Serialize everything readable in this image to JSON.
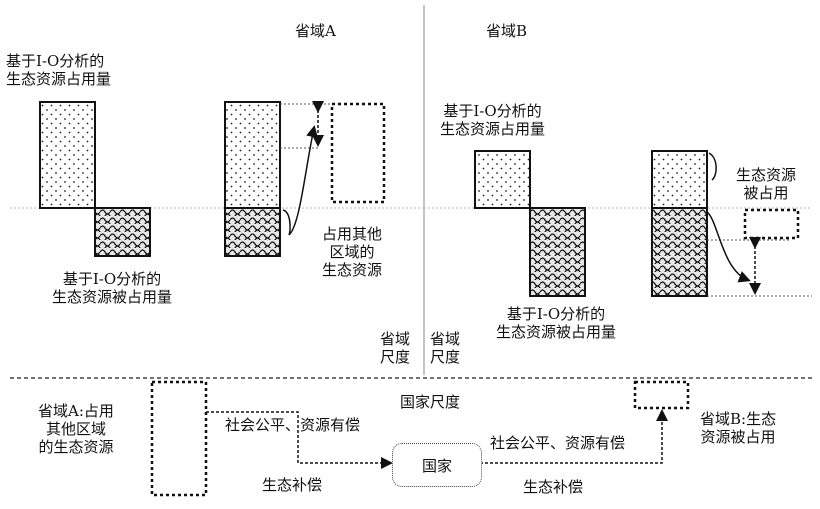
{
  "provinceA": {
    "title": "省域A",
    "top_label": [
      "基于I-O分析的",
      "生态资源占用量"
    ],
    "bottom_label": [
      "基于I-O分析的",
      "生态资源被占用量"
    ],
    "occupy_other_label": [
      "占用其他",
      "区域的",
      "生态资源"
    ],
    "scale_label": [
      "省域",
      "尺度"
    ]
  },
  "provinceB": {
    "title": "省域B",
    "top_label": [
      "基于I-O分析的",
      "生态资源占用量"
    ],
    "bottom_label": [
      "基于I-O分析的",
      "生态资源被占用量"
    ],
    "occupied_label": [
      "生态资源",
      "被占用"
    ],
    "scale_label": [
      "省域",
      "尺度"
    ]
  },
  "national": {
    "scale_label": "国家尺度",
    "left_label": [
      "省域A:占用",
      "其他区域",
      "的生态资源"
    ],
    "right_label": [
      "省域B:生态",
      "资源被占用"
    ],
    "center_node": "国家",
    "flow_left_top": "社会公平、资源有偿",
    "flow_left_bottom": "生态补偿",
    "flow_right_top": "社会公平、资源有偿",
    "flow_right_bottom": "生态补偿"
  }
}
